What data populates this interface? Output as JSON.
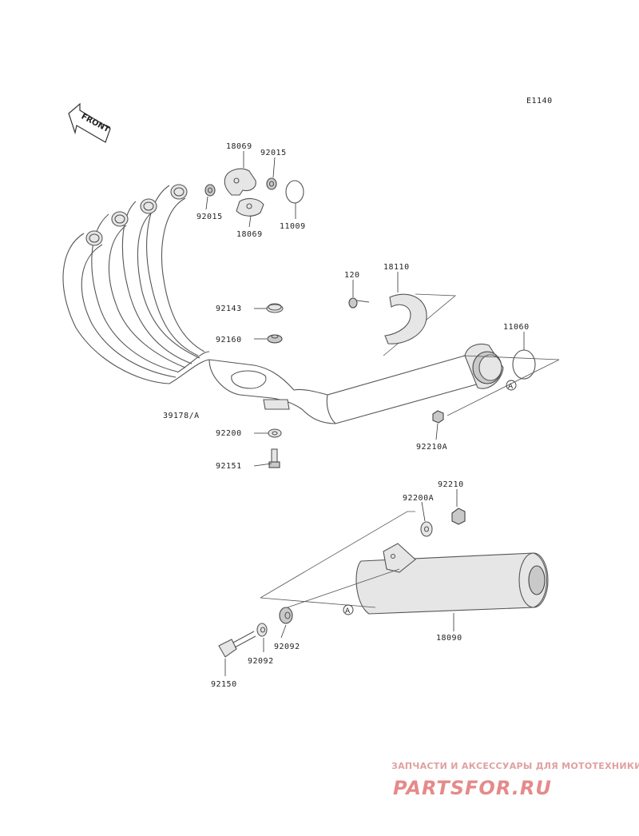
{
  "diagram": {
    "code": "E1140",
    "front_label": "FRONT",
    "ref_marker": "A",
    "labels": {
      "p18069_top": "18069",
      "p92015_top": "92015",
      "p92015_left": "92015",
      "p18069_bottom": "18069",
      "p11009": "11009",
      "p120": "120",
      "p18110": "18110",
      "p11060": "11060",
      "p92143": "92143",
      "p92160": "92160",
      "p39178A": "39178/A",
      "p92200": "92200",
      "p92151": "92151",
      "p92210A": "92210A",
      "p92210": "92210",
      "p92200A": "92200A",
      "p18090": "18090",
      "p92092_right": "92092",
      "p92092_left": "92092",
      "p92150": "92150"
    }
  },
  "watermark": {
    "tagline": "ЗАПЧАСТИ И АКСЕССУАРЫ ДЛЯ МОТОТЕХНИКИ",
    "logo": "PARTSFOR.RU",
    "color": "#e58a8a"
  }
}
